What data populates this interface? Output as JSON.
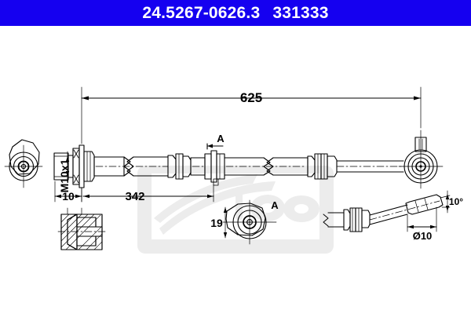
{
  "header": {
    "part_number": "24.5267-0626.3",
    "reference_number": "331333",
    "background_color": "#1500f0",
    "text_color": "#ffffff"
  },
  "drawing": {
    "title": "brake hose technical drawing",
    "line_color": "#000000",
    "background_color": "#ffffff",
    "watermark": {
      "text": "ate",
      "registered_mark": "®",
      "color": "#ececec"
    },
    "dimensions": {
      "overall_length": "625",
      "thread_end_length": "10",
      "intermediate_length": "342",
      "section_a_width": "19",
      "end_diameter": "Ø10",
      "bend_angle": "10°"
    },
    "labels": {
      "thread_spec": "M10x1",
      "section_marker_top": "A",
      "section_marker_detail": "A"
    },
    "views": {
      "left_end_view": "hex-fitting-end-view",
      "hatched_detail": "seal-cross-section",
      "section_a_detail": "section-a-detail-view",
      "right_end_detail": "angled-end-fitting-detail"
    }
  }
}
